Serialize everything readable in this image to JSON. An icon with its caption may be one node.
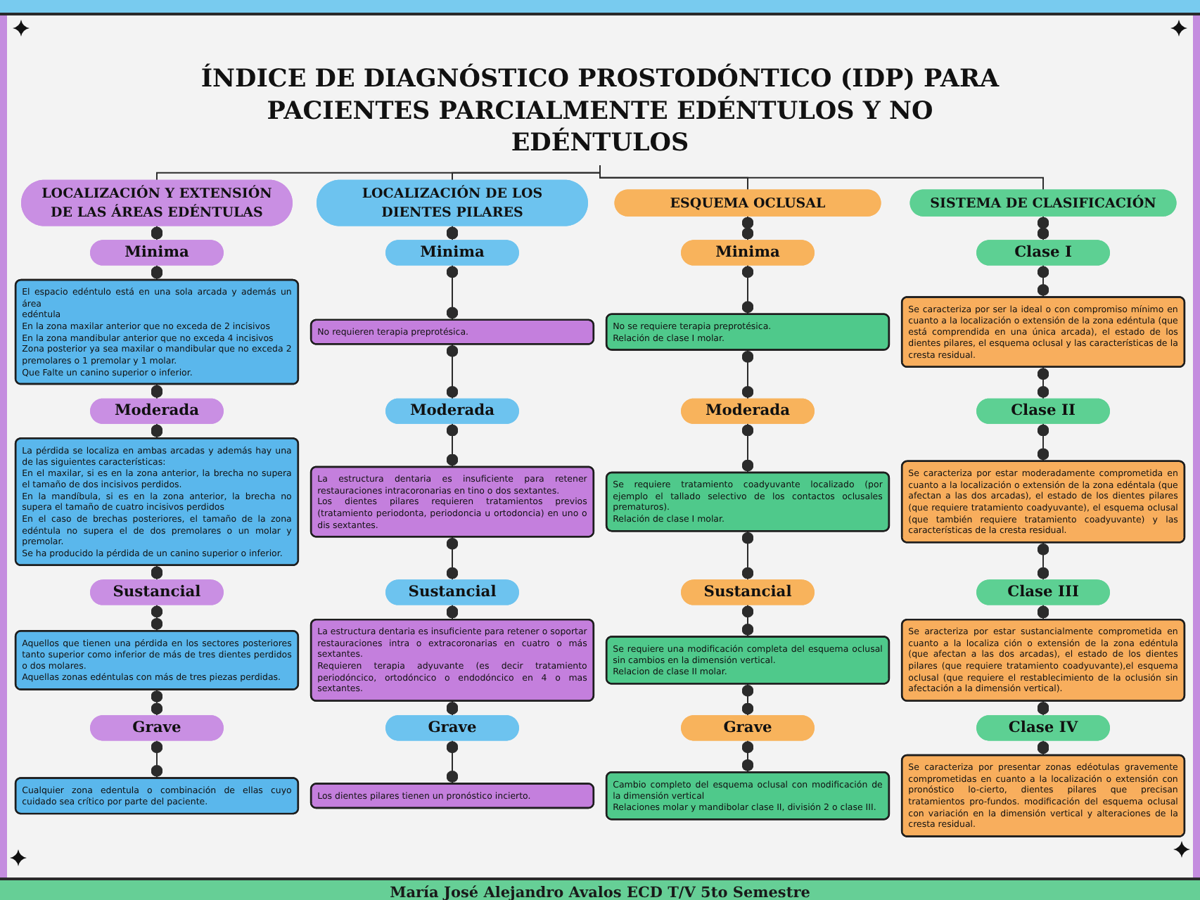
{
  "diagram": {
    "nodes": [
      {
        "text": [
          "ÍNDICE DE DIAGNÓSTICO PROSTODÓNTICO (IDP) PARA PACIENTES PARCIALMENTE EDÉNTULOS Y NO EDÉNTULOS"
        ]
      },
      {
        "text": [
          "LOCALIZACIÓN Y EXTENSIÓN DE LAS ÁREAS EDÉNTULAS"
        ]
      },
      {
        "text": [
          "Minima"
        ]
      },
      {
        "text": [
          "El espacio edéntulo está en una sola arcada y además un área",
          "edéntula",
          "En la zona maxilar anterior que no exceda de 2 incisivos",
          "En la zona mandibular anterior que no exceda 4 incisivos",
          "Zona posterior ya sea maxilar o mandibular que no exceda 2 premolares o 1 premolar y 1 molar.",
          "Que Falte un canino superior o inferior."
        ]
      },
      {
        "text": [
          "Moderada"
        ]
      },
      {
        "text": [
          "La pérdida se localiza en ambas arcadas y además hay una de las siguientes características:",
          "En el maxilar, si es en la zona anterior, la brecha no supera el tamaño de dos incisivos perdidos.",
          "En la mandíbula, si es en la zona anterior, la brecha no supera el tamaño de cuatro incisivos perdidos",
          "En el caso de brechas posteriores, el tamaño de la zona edéntula no supera el de dos premolares o un molar y premolar.",
          "Se ha producido la pérdida de un canino superior o inferior."
        ]
      },
      {
        "text": [
          "Sustancial"
        ]
      },
      {
        "text": [
          "Aquellos que tienen una pérdida en los sectores posteriores tanto superior como inferior de más de tres dientes perdidos o dos molares.",
          "Aquellas zonas edéntulas con más de tres piezas perdidas."
        ]
      },
      {
        "text": [
          "Grave"
        ]
      },
      {
        "text": [
          "Cualquier zona edentula o combinación de ellas cuyo cuidado sea crítico por parte del paciente."
        ]
      },
      {
        "text": [
          "LOCALIZACIÓN DE LOS DIENTES PILARES"
        ]
      },
      {
        "text": [
          "Minima"
        ]
      },
      {
        "text": [
          "No requieren terapia preprotésica."
        ]
      },
      {
        "text": [
          "Moderada"
        ]
      },
      {
        "text": [
          "La estructura dentaria es insuficiente para retener restauraciones intracoronarias en tino o dos sextantes.",
          "Los dientes pilares requieren tratamientos previos (tratamiento periodonta, periodoncia u ortodoncia) en uno o dis sextantes."
        ]
      },
      {
        "text": [
          "Sustancial"
        ]
      },
      {
        "text": [
          "La estructura dentaria es insuficiente para retener o soportar restauraciones intra o extracoronarias en cuatro o más sextantes.",
          "Requieren terapia adyuvante (es decir tratamiento periodóncico, ortodóncico o endodóncico en 4 o mas sextantes."
        ]
      },
      {
        "text": [
          "Grave"
        ]
      },
      {
        "text": [
          "Los dientes pilares tienen un pronóstico incierto."
        ]
      },
      {
        "text": [
          "ESQUEMA OCLUSAL"
        ]
      },
      {
        "text": [
          "Minima"
        ]
      },
      {
        "text": [
          "No se requiere terapia preprotésica.",
          "Relación de clase I molar."
        ]
      },
      {
        "text": [
          "Moderada"
        ]
      },
      {
        "text": [
          "Se requiere tratamiento coadyuvante localizado (por ejemplo el tallado selectivo de los contactos oclusales prematuros).",
          "Relación de clase I molar."
        ]
      },
      {
        "text": [
          "Sustancial"
        ]
      },
      {
        "text": [
          "Se requiere una modificación completa del esquema oclusal sin cambios en la dimensión vertical.",
          "Relacion de clase II molar."
        ]
      },
      {
        "text": [
          "Grave"
        ]
      },
      {
        "text": [
          "Cambio completo del esquema oclusal con modificación de la dimensión vertical",
          "Relaciones molar y mandibolar clase II, división 2 o clase III."
        ]
      },
      {
        "text": [
          "SISTEMA DE CLASIFICACIÓN"
        ]
      },
      {
        "text": [
          "Clase I"
        ]
      },
      {
        "text": [
          "Se caracteriza por ser la ideal o con compromiso mínimo en cuanto a la localización o extensión de la zona edéntula (que está comprendida en una única arcada), el estado de los dientes pilares, el esquema oclusal y las características de la cresta residual."
        ]
      },
      {
        "text": [
          "Clase II"
        ]
      },
      {
        "text": [
          "Se caracteriza por estar moderadamente comprometida en cuanto a la localización o extensión de la zona edéntala (que afectan a las dos arcadas), el estado de los dientes pilares (que requiere tratamiento coadyuvante), el esquema oclusal (que también requiere tratamiento coadyuvante) y las características de la cresta residual."
        ]
      },
      {
        "text": [
          "Clase III"
        ]
      },
      {
        "text": [
          "Se aracteriza por estar sustancialmente comprometida en cuanto a la localiza ción o extensión de la zona edéntula (que afectan a las dos arcadas), el estado de los dientes pilares (que requiere tratamiento coadyuvante),el esquema oclusal (que requiere el restablecimiento de la oclusión sin afectación a la dimensión vertical)."
        ]
      },
      {
        "text": [
          "Clase IV"
        ]
      },
      {
        "text": [
          "Se caracteriza por presentar zonas edéotulas gravemente comprometidas en cuanto a la localización o extensión con pronóstico lo-cierto, dientes pilares que precisan tratamientos pro-fundos. modificación del esquema oclusal con variación en la dimensión vertical y alteraciones de la cresta residual."
        ]
      }
    ],
    "edges": [
      {
        "from": 0,
        "to": 1,
        "arrow": "none"
      },
      {
        "from": 0,
        "to": 10,
        "arrow": "none"
      },
      {
        "from": 0,
        "to": 19,
        "arrow": "none"
      },
      {
        "from": 0,
        "to": 28,
        "arrow": "none"
      },
      {
        "from": 1,
        "to": 2,
        "arrow": "other"
      },
      {
        "from": 2,
        "to": 3,
        "arrow": "other"
      },
      {
        "from": 3,
        "to": 4,
        "arrow": "other"
      },
      {
        "from": 4,
        "to": 5,
        "arrow": "other"
      },
      {
        "from": 5,
        "to": 6,
        "arrow": "other"
      },
      {
        "from": 6,
        "to": 7,
        "arrow": "other"
      },
      {
        "from": 7,
        "to": 8,
        "arrow": "other"
      },
      {
        "from": 8,
        "to": 9,
        "arrow": "other"
      },
      {
        "from": 10,
        "to": 11,
        "arrow": "other"
      },
      {
        "from": 11,
        "to": 12,
        "arrow": "other"
      },
      {
        "from": 12,
        "to": 13,
        "arrow": "other"
      },
      {
        "from": 13,
        "to": 14,
        "arrow": "other"
      },
      {
        "from": 14,
        "to": 15,
        "arrow": "other"
      },
      {
        "from": 15,
        "to": 16,
        "arrow": "other"
      },
      {
        "from": 16,
        "to": 17,
        "arrow": "other"
      },
      {
        "from": 17,
        "to": 18,
        "arrow": "other"
      },
      {
        "from": 19,
        "to": 20,
        "arrow": "other"
      },
      {
        "from": 20,
        "to": 21,
        "arrow": "other"
      },
      {
        "from": 21,
        "to": 22,
        "arrow": "other"
      },
      {
        "from": 22,
        "to": 23,
        "arrow": "other"
      },
      {
        "from": 23,
        "to": 24,
        "arrow": "other"
      },
      {
        "from": 24,
        "to": 25,
        "arrow": "other"
      },
      {
        "from": 25,
        "to": 26,
        "arrow": "other"
      },
      {
        "from": 26,
        "to": 27,
        "arrow": "other"
      },
      {
        "from": 28,
        "to": 29,
        "arrow": "other"
      },
      {
        "from": 29,
        "to": 30,
        "arrow": "other"
      },
      {
        "from": 30,
        "to": 31,
        "arrow": "other"
      },
      {
        "from": 31,
        "to": 32,
        "arrow": "other"
      },
      {
        "from": 32,
        "to": 33,
        "arrow": "other"
      },
      {
        "from": 33,
        "to": 34,
        "arrow": "other"
      },
      {
        "from": 34,
        "to": 35,
        "arrow": "other"
      },
      {
        "from": 35,
        "to": 36,
        "arrow": "other"
      }
    ],
    "labels": [
      "María José Alejandro Avalos ECD T/V 5to Semestre"
    ]
  }
}
